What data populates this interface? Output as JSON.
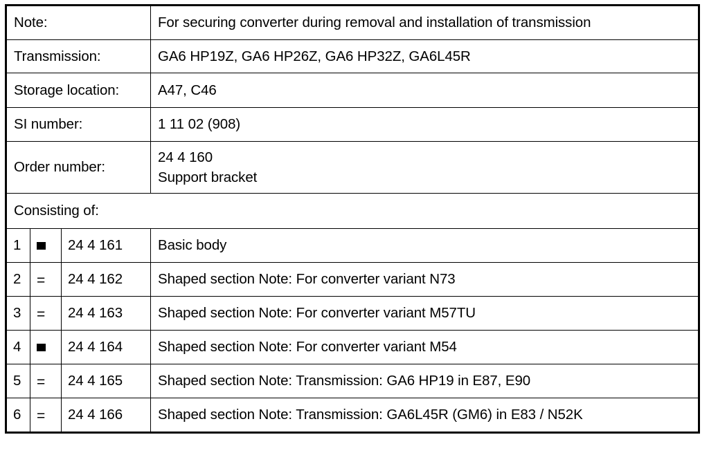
{
  "document": {
    "type": "special-tool-spec-table",
    "colors": {
      "background": "#ffffff",
      "text": "#000000",
      "border": "#000000"
    }
  },
  "header_rows": [
    {
      "label": "Note:",
      "value": "For securing converter during removal and installation of transmission"
    },
    {
      "label": "Transmission:",
      "value": "GA6 HP19Z, GA6 HP26Z, GA6 HP32Z, GA6L45R"
    },
    {
      "label": "Storage location:",
      "value": "A47, C46"
    },
    {
      "label": "SI number:",
      "value": "1 11 02 (908)"
    }
  ],
  "order": {
    "label": "Order number:",
    "number": "24 4 160",
    "name": "Support bracket"
  },
  "consisting_of": {
    "label": "Consisting of:"
  },
  "items": [
    {
      "index": "1",
      "marker": "square",
      "marker_text": "■",
      "part_number": "24 4 161",
      "description": "Basic body"
    },
    {
      "index": "2",
      "marker": "equals",
      "marker_text": "=",
      "part_number": "24 4 162",
      "description": "Shaped section Note: For converter variant N73"
    },
    {
      "index": "3",
      "marker": "equals",
      "marker_text": "=",
      "part_number": "24 4 163",
      "description": "Shaped section Note: For converter variant M57TU"
    },
    {
      "index": "4",
      "marker": "square",
      "marker_text": "■",
      "part_number": "24 4 164",
      "description": "Shaped section Note: For converter variant M54"
    },
    {
      "index": "5",
      "marker": "equals",
      "marker_text": "=",
      "part_number": "24 4 165",
      "description": "Shaped section Note: Transmission: GA6 HP19 in E87, E90"
    },
    {
      "index": "6",
      "marker": "equals",
      "marker_text": "=",
      "part_number": "24 4 166",
      "description": "Shaped section Note: Transmission: GA6L45R (GM6) in E83 / N52K"
    }
  ]
}
